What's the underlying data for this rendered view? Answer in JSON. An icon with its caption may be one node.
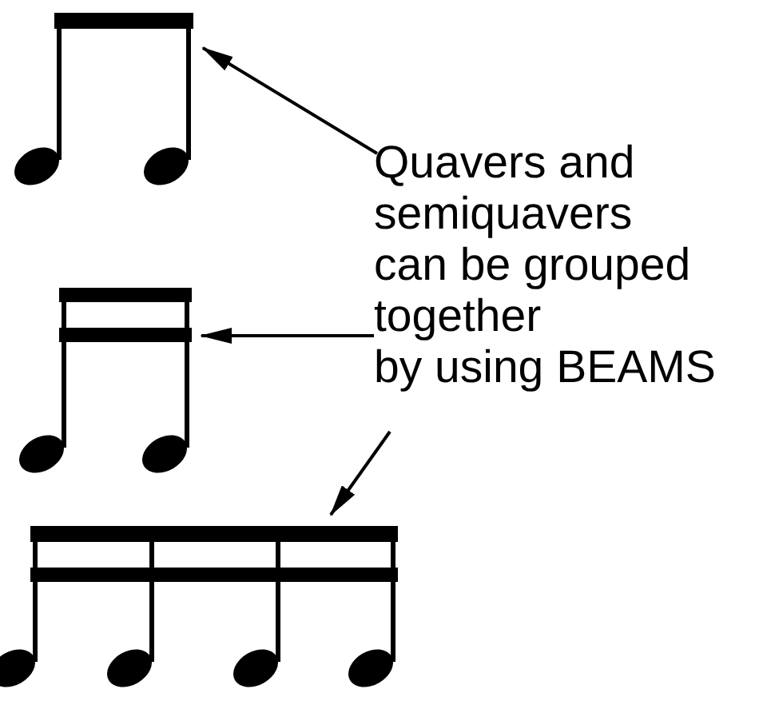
{
  "diagram": {
    "nodes": [
      {
        "text": [],
        "shape": "picture"
      },
      {
        "text": [
          "Quavers and semiquavers can be grouped together by using BEAMS"
        ]
      },
      {
        "text": [],
        "shape": "picture"
      },
      {
        "text": [],
        "shape": "picture"
      }
    ],
    "edges": [
      {
        "from": 1,
        "to": 0,
        "arrow": "to"
      },
      {
        "from": 1,
        "to": 2,
        "arrow": "to"
      },
      {
        "from": 1,
        "to": 3,
        "arrow": "to"
      }
    ]
  }
}
